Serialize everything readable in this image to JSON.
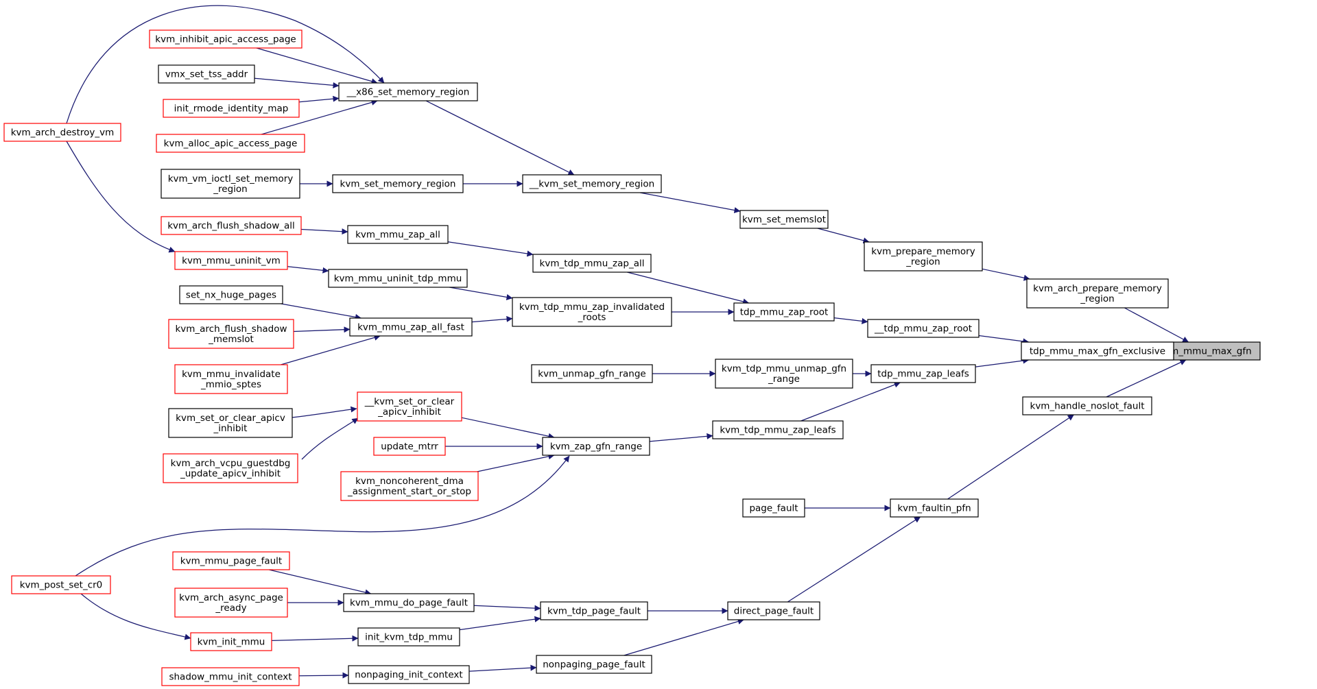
{
  "colors": {
    "edge": "#191970",
    "node_border": "#000000",
    "truncated_border": "#ff0000",
    "highlight_fill": "#bfbfbf"
  },
  "nodes": [
    {
      "id": "kvm_mmu_max_gfn",
      "lines": [
        "kvm_mmu_max_gfn"
      ],
      "style": "highlight"
    },
    {
      "id": "tdp_mmu_max_gfn_exclusive",
      "lines": [
        "tdp_mmu_max_gfn_exclusive"
      ],
      "style": "normal"
    },
    {
      "id": "kvm_arch_prepare_memory_region",
      "lines": [
        "kvm_arch_prepare_memory",
        "_region"
      ],
      "style": "normal"
    },
    {
      "id": "kvm_handle_noslot_fault",
      "lines": [
        "kvm_handle_noslot_fault"
      ],
      "style": "normal"
    },
    {
      "id": "kvm_prepare_memory_region",
      "lines": [
        "kvm_prepare_memory",
        "_region"
      ],
      "style": "normal"
    },
    {
      "id": "kvm_set_memslot",
      "lines": [
        "kvm_set_memslot"
      ],
      "style": "normal"
    },
    {
      "id": "__kvm_set_memory_region",
      "lines": [
        "__kvm_set_memory_region"
      ],
      "style": "normal"
    },
    {
      "id": "__x86_set_memory_region",
      "lines": [
        "__x86_set_memory_region"
      ],
      "style": "normal"
    },
    {
      "id": "kvm_inhibit_apic_access_page",
      "lines": [
        "kvm_inhibit_apic_access_page"
      ],
      "style": "truncated"
    },
    {
      "id": "vmx_set_tss_addr",
      "lines": [
        "vmx_set_tss_addr"
      ],
      "style": "normal"
    },
    {
      "id": "init_rmode_identity_map",
      "lines": [
        "init_rmode_identity_map"
      ],
      "style": "truncated"
    },
    {
      "id": "kvm_alloc_apic_access_page",
      "lines": [
        "kvm_alloc_apic_access_page"
      ],
      "style": "truncated"
    },
    {
      "id": "kvm_arch_destroy_vm",
      "lines": [
        "kvm_arch_destroy_vm"
      ],
      "style": "truncated"
    },
    {
      "id": "kvm_set_memory_region",
      "lines": [
        "kvm_set_memory_region"
      ],
      "style": "normal"
    },
    {
      "id": "kvm_vm_ioctl_set_memory_region",
      "lines": [
        "kvm_vm_ioctl_set_memory",
        "_region"
      ],
      "style": "normal"
    },
    {
      "id": "__tdp_mmu_zap_root",
      "lines": [
        "__tdp_mmu_zap_root"
      ],
      "style": "normal"
    },
    {
      "id": "tdp_mmu_zap_root",
      "lines": [
        "tdp_mmu_zap_root"
      ],
      "style": "normal"
    },
    {
      "id": "kvm_tdp_mmu_zap_all",
      "lines": [
        "kvm_tdp_mmu_zap_all"
      ],
      "style": "normal"
    },
    {
      "id": "kvm_mmu_zap_all",
      "lines": [
        "kvm_mmu_zap_all"
      ],
      "style": "normal"
    },
    {
      "id": "kvm_arch_flush_shadow_all",
      "lines": [
        "kvm_arch_flush_shadow_all"
      ],
      "style": "truncated"
    },
    {
      "id": "kvm_tdp_mmu_zap_invalidated_roots",
      "lines": [
        "kvm_tdp_mmu_zap_invalidated",
        "_roots"
      ],
      "style": "normal"
    },
    {
      "id": "kvm_mmu_uninit_tdp_mmu",
      "lines": [
        "kvm_mmu_uninit_tdp_mmu"
      ],
      "style": "normal"
    },
    {
      "id": "kvm_mmu_uninit_vm",
      "lines": [
        "kvm_mmu_uninit_vm"
      ],
      "style": "truncated"
    },
    {
      "id": "kvm_mmu_zap_all_fast",
      "lines": [
        "kvm_mmu_zap_all_fast"
      ],
      "style": "normal"
    },
    {
      "id": "set_nx_huge_pages",
      "lines": [
        "set_nx_huge_pages"
      ],
      "style": "normal"
    },
    {
      "id": "kvm_arch_flush_shadow_memslot",
      "lines": [
        "kvm_arch_flush_shadow",
        "_memslot"
      ],
      "style": "truncated"
    },
    {
      "id": "kvm_mmu_invalidate_mmio_sptes",
      "lines": [
        "kvm_mmu_invalidate",
        "_mmio_sptes"
      ],
      "style": "truncated"
    },
    {
      "id": "tdp_mmu_zap_leafs",
      "lines": [
        "tdp_mmu_zap_leafs"
      ],
      "style": "normal"
    },
    {
      "id": "kvm_tdp_mmu_unmap_gfn_range",
      "lines": [
        "kvm_tdp_mmu_unmap_gfn",
        "_range"
      ],
      "style": "normal"
    },
    {
      "id": "kvm_unmap_gfn_range",
      "lines": [
        "kvm_unmap_gfn_range"
      ],
      "style": "normal"
    },
    {
      "id": "kvm_tdp_mmu_zap_leafs",
      "lines": [
        "kvm_tdp_mmu_zap_leafs"
      ],
      "style": "normal"
    },
    {
      "id": "kvm_zap_gfn_range",
      "lines": [
        "kvm_zap_gfn_range"
      ],
      "style": "normal"
    },
    {
      "id": "__kvm_set_or_clear_apicv_inhibit",
      "lines": [
        "__kvm_set_or_clear",
        "_apicv_inhibit"
      ],
      "style": "truncated"
    },
    {
      "id": "kvm_set_or_clear_apicv_inhibit",
      "lines": [
        "kvm_set_or_clear_apicv",
        "_inhibit"
      ],
      "style": "normal"
    },
    {
      "id": "kvm_arch_vcpu_guestdbg_update_apicv_inhibit",
      "lines": [
        "kvm_arch_vcpu_guestdbg",
        "_update_apicv_inhibit"
      ],
      "style": "truncated"
    },
    {
      "id": "update_mtrr",
      "lines": [
        "update_mtrr"
      ],
      "style": "truncated"
    },
    {
      "id": "kvm_noncoherent_dma_assignment_start_or_stop",
      "lines": [
        "kvm_noncoherent_dma",
        "_assignment_start_or_stop"
      ],
      "style": "truncated"
    },
    {
      "id": "kvm_post_set_cr0",
      "lines": [
        "kvm_post_set_cr0"
      ],
      "style": "truncated"
    },
    {
      "id": "kvm_faultin_pfn",
      "lines": [
        "kvm_faultin_pfn"
      ],
      "style": "normal"
    },
    {
      "id": "page_fault",
      "lines": [
        "page_fault"
      ],
      "style": "normal"
    },
    {
      "id": "direct_page_fault",
      "lines": [
        "direct_page_fault"
      ],
      "style": "normal"
    },
    {
      "id": "kvm_tdp_page_fault",
      "lines": [
        "kvm_tdp_page_fault"
      ],
      "style": "normal"
    },
    {
      "id": "kvm_mmu_do_page_fault",
      "lines": [
        "kvm_mmu_do_page_fault"
      ],
      "style": "normal"
    },
    {
      "id": "kvm_mmu_page_fault",
      "lines": [
        "kvm_mmu_page_fault"
      ],
      "style": "truncated"
    },
    {
      "id": "kvm_arch_async_page_ready",
      "lines": [
        "kvm_arch_async_page",
        "_ready"
      ],
      "style": "truncated"
    },
    {
      "id": "init_kvm_tdp_mmu",
      "lines": [
        "init_kvm_tdp_mmu"
      ],
      "style": "normal"
    },
    {
      "id": "kvm_init_mmu",
      "lines": [
        "kvm_init_mmu"
      ],
      "style": "truncated"
    },
    {
      "id": "nonpaging_page_fault",
      "lines": [
        "nonpaging_page_fault"
      ],
      "style": "normal"
    },
    {
      "id": "nonpaging_init_context",
      "lines": [
        "nonpaging_init_context"
      ],
      "style": "normal"
    },
    {
      "id": "shadow_mmu_init_context",
      "lines": [
        "shadow_mmu_init_context"
      ],
      "style": "truncated"
    }
  ],
  "edges": [
    [
      "tdp_mmu_max_gfn_exclusive",
      "kvm_mmu_max_gfn"
    ],
    [
      "kvm_arch_prepare_memory_region",
      "kvm_mmu_max_gfn"
    ],
    [
      "kvm_handle_noslot_fault",
      "kvm_mmu_max_gfn"
    ],
    [
      "kvm_prepare_memory_region",
      "kvm_arch_prepare_memory_region"
    ],
    [
      "kvm_set_memslot",
      "kvm_prepare_memory_region"
    ],
    [
      "__kvm_set_memory_region",
      "kvm_set_memslot"
    ],
    [
      "__x86_set_memory_region",
      "__kvm_set_memory_region"
    ],
    [
      "kvm_set_memory_region",
      "__kvm_set_memory_region"
    ],
    [
      "kvm_inhibit_apic_access_page",
      "__x86_set_memory_region"
    ],
    [
      "vmx_set_tss_addr",
      "__x86_set_memory_region"
    ],
    [
      "init_rmode_identity_map",
      "__x86_set_memory_region"
    ],
    [
      "kvm_alloc_apic_access_page",
      "__x86_set_memory_region"
    ],
    [
      "kvm_arch_destroy_vm",
      "__x86_set_memory_region"
    ],
    [
      "kvm_vm_ioctl_set_memory_region",
      "kvm_set_memory_region"
    ],
    [
      "__tdp_mmu_zap_root",
      "tdp_mmu_max_gfn_exclusive"
    ],
    [
      "tdp_mmu_zap_leafs",
      "tdp_mmu_max_gfn_exclusive"
    ],
    [
      "tdp_mmu_zap_root",
      "__tdp_mmu_zap_root"
    ],
    [
      "kvm_tdp_mmu_zap_all",
      "tdp_mmu_zap_root"
    ],
    [
      "kvm_tdp_mmu_zap_invalidated_roots",
      "tdp_mmu_zap_root"
    ],
    [
      "kvm_mmu_zap_all",
      "kvm_tdp_mmu_zap_all"
    ],
    [
      "kvm_arch_flush_shadow_all",
      "kvm_mmu_zap_all"
    ],
    [
      "kvm_mmu_uninit_tdp_mmu",
      "kvm_tdp_mmu_zap_invalidated_roots"
    ],
    [
      "kvm_mmu_zap_all_fast",
      "kvm_tdp_mmu_zap_invalidated_roots"
    ],
    [
      "kvm_mmu_uninit_vm",
      "kvm_mmu_uninit_tdp_mmu"
    ],
    [
      "kvm_arch_destroy_vm",
      "kvm_mmu_uninit_vm"
    ],
    [
      "set_nx_huge_pages",
      "kvm_mmu_zap_all_fast"
    ],
    [
      "kvm_arch_flush_shadow_memslot",
      "kvm_mmu_zap_all_fast"
    ],
    [
      "kvm_mmu_invalidate_mmio_sptes",
      "kvm_mmu_zap_all_fast"
    ],
    [
      "kvm_tdp_mmu_unmap_gfn_range",
      "tdp_mmu_zap_leafs"
    ],
    [
      "kvm_tdp_mmu_zap_leafs",
      "tdp_mmu_zap_leafs"
    ],
    [
      "kvm_unmap_gfn_range",
      "kvm_tdp_mmu_unmap_gfn_range"
    ],
    [
      "kvm_zap_gfn_range",
      "kvm_tdp_mmu_zap_leafs"
    ],
    [
      "__kvm_set_or_clear_apicv_inhibit",
      "kvm_zap_gfn_range"
    ],
    [
      "update_mtrr",
      "kvm_zap_gfn_range"
    ],
    [
      "kvm_noncoherent_dma_assignment_start_or_stop",
      "kvm_zap_gfn_range"
    ],
    [
      "kvm_post_set_cr0",
      "kvm_zap_gfn_range"
    ],
    [
      "kvm_set_or_clear_apicv_inhibit",
      "__kvm_set_or_clear_apicv_inhibit"
    ],
    [
      "kvm_arch_vcpu_guestdbg_update_apicv_inhibit",
      "__kvm_set_or_clear_apicv_inhibit"
    ],
    [
      "kvm_faultin_pfn",
      "kvm_handle_noslot_fault"
    ],
    [
      "page_fault",
      "kvm_faultin_pfn"
    ],
    [
      "direct_page_fault",
      "kvm_faultin_pfn"
    ],
    [
      "kvm_tdp_page_fault",
      "direct_page_fault"
    ],
    [
      "nonpaging_page_fault",
      "direct_page_fault"
    ],
    [
      "kvm_mmu_do_page_fault",
      "kvm_tdp_page_fault"
    ],
    [
      "init_kvm_tdp_mmu",
      "kvm_tdp_page_fault"
    ],
    [
      "kvm_mmu_page_fault",
      "kvm_mmu_do_page_fault"
    ],
    [
      "kvm_arch_async_page_ready",
      "kvm_mmu_do_page_fault"
    ],
    [
      "kvm_init_mmu",
      "init_kvm_tdp_mmu"
    ],
    [
      "kvm_post_set_cr0",
      "kvm_init_mmu"
    ],
    [
      "nonpaging_init_context",
      "nonpaging_page_fault"
    ],
    [
      "shadow_mmu_init_context",
      "nonpaging_init_context"
    ]
  ]
}
